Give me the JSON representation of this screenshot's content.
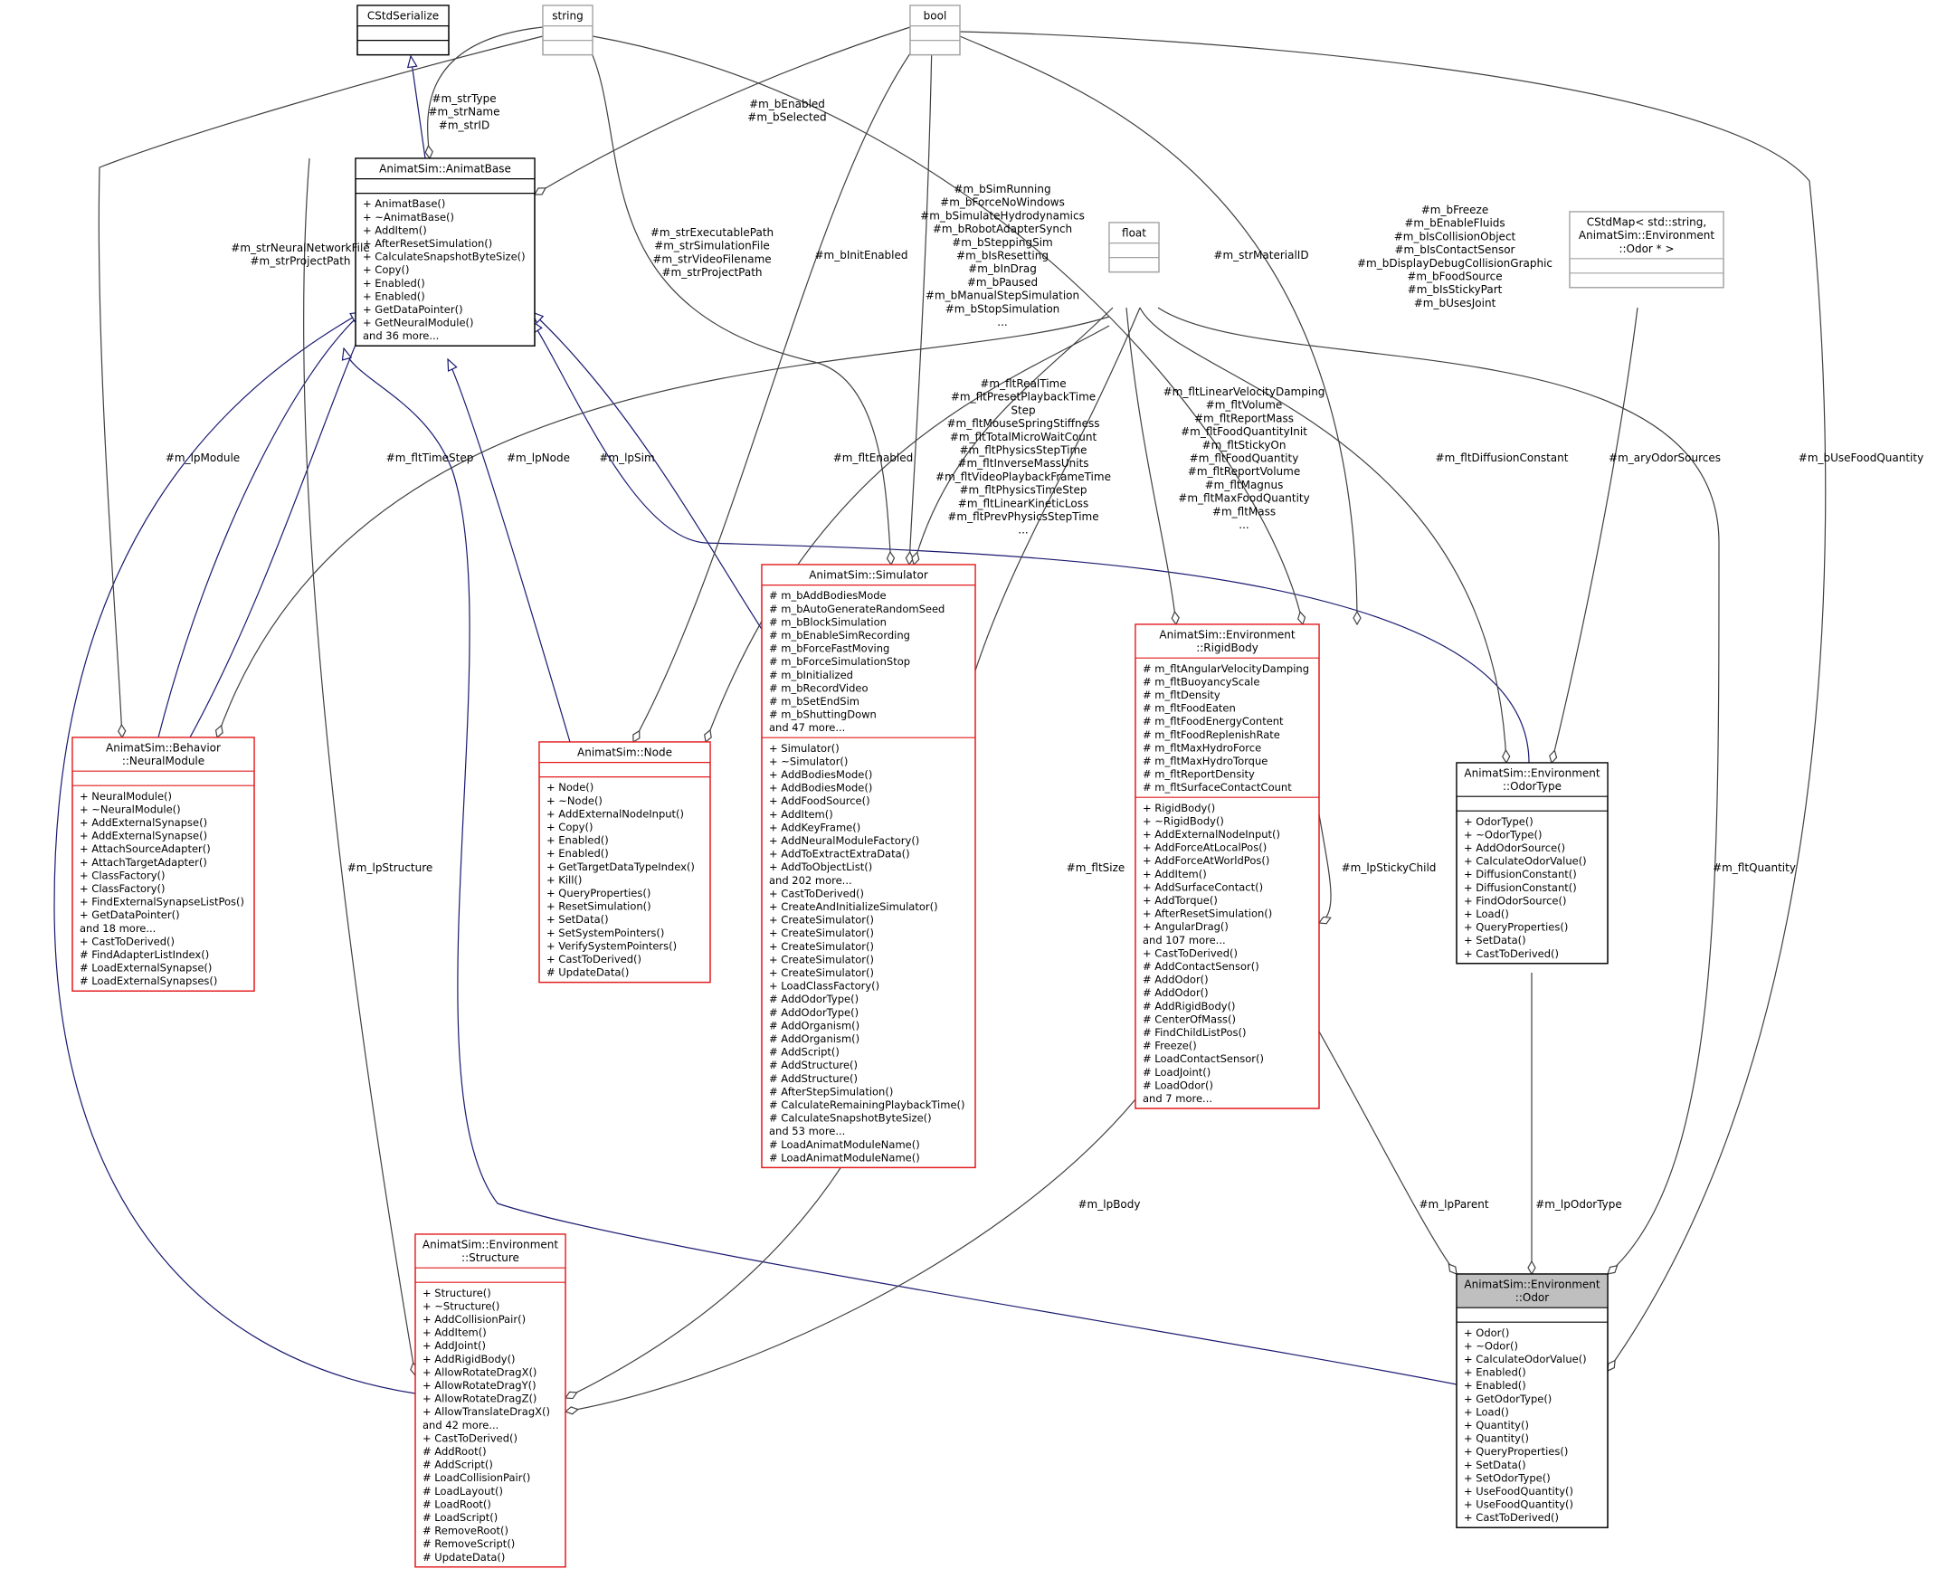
{
  "colors": {
    "red_border": "#e31a1c",
    "gray_border": "#a3a3a3",
    "black_border": "#000000",
    "inherit_edge": "#191970",
    "member_edge": "#404040",
    "focus_fill": "#bfbfbf"
  },
  "nodes": [
    {
      "id": "cstdserialize",
      "title": [
        "CStdSerialize"
      ],
      "attrs": [],
      "methods": [],
      "border": "black_border",
      "fill": "#ffffff"
    },
    {
      "id": "string",
      "title": [
        "string"
      ],
      "attrs": [],
      "methods": [],
      "border": "gray_border",
      "fill": "#ffffff"
    },
    {
      "id": "bool",
      "title": [
        "bool"
      ],
      "attrs": [],
      "methods": [],
      "border": "gray_border",
      "fill": "#ffffff"
    },
    {
      "id": "float",
      "title": [
        "float"
      ],
      "attrs": [],
      "methods": [],
      "border": "gray_border",
      "fill": "#ffffff"
    },
    {
      "id": "cstdmap",
      "title": [
        "CStdMap< std::string,",
        "AnimatSim::Environment",
        "::Odor * >"
      ],
      "attrs": [],
      "methods": [],
      "border": "gray_border",
      "fill": "#ffffff"
    },
    {
      "id": "animatbase",
      "title": [
        "AnimatSim::AnimatBase"
      ],
      "attrs": [],
      "methods": [
        "+ AnimatBase()",
        "+ ~AnimatBase()",
        "+ AddItem()",
        "+ AfterResetSimulation()",
        "+ CalculateSnapshotByteSize()",
        "+ Copy()",
        "+ Enabled()",
        "+ Enabled()",
        "+ GetDataPointer()",
        "+ GetNeuralModule()",
        "and 36 more..."
      ],
      "border": "black_border",
      "fill": "#ffffff"
    },
    {
      "id": "neuralmodule",
      "title": [
        "AnimatSim::Behavior",
        "::NeuralModule"
      ],
      "attrs": [],
      "methods": [
        "+ NeuralModule()",
        "+ ~NeuralModule()",
        "+ AddExternalSynapse()",
        "+ AddExternalSynapse()",
        "+ AttachSourceAdapter()",
        "+ AttachTargetAdapter()",
        "+ ClassFactory()",
        "+ ClassFactory()",
        "+ FindExternalSynapseListPos()",
        "+ GetDataPointer()",
        "and 18 more...",
        "+ CastToDerived()",
        "# FindAdapterListIndex()",
        "# LoadExternalSynapse()",
        "# LoadExternalSynapses()"
      ],
      "border": "red_border",
      "fill": "#ffffff"
    },
    {
      "id": "node",
      "title": [
        "AnimatSim::Node"
      ],
      "attrs": [],
      "methods": [
        "+ Node()",
        "+ ~Node()",
        "+ AddExternalNodeInput()",
        "+ Copy()",
        "+ Enabled()",
        "+ Enabled()",
        "+ GetTargetDataTypeIndex()",
        "+ Kill()",
        "+ QueryProperties()",
        "+ ResetSimulation()",
        "+ SetData()",
        "+ SetSystemPointers()",
        "+ VerifySystemPointers()",
        "+ CastToDerived()",
        "# UpdateData()"
      ],
      "border": "red_border",
      "fill": "#ffffff"
    },
    {
      "id": "simulator",
      "title": [
        "AnimatSim::Simulator"
      ],
      "attrs": [
        "# m_bAddBodiesMode",
        "# m_bAutoGenerateRandomSeed",
        "# m_bBlockSimulation",
        "# m_bEnableSimRecording",
        "# m_bForceFastMoving",
        "# m_bForceSimulationStop",
        "# m_bInitialized",
        "# m_bRecordVideo",
        "# m_bSetEndSim",
        "# m_bShuttingDown",
        "and 47 more..."
      ],
      "methods": [
        "+ Simulator()",
        "+ ~Simulator()",
        "+ AddBodiesMode()",
        "+ AddBodiesMode()",
        "+ AddFoodSource()",
        "+ AddItem()",
        "+ AddKeyFrame()",
        "+ AddNeuralModuleFactory()",
        "+ AddToExtractExtraData()",
        "+ AddToObjectList()",
        "and 202 more...",
        "+ CastToDerived()",
        "+ CreateAndInitializeSimulator()",
        "+ CreateSimulator()",
        "+ CreateSimulator()",
        "+ CreateSimulator()",
        "+ CreateSimulator()",
        "+ CreateSimulator()",
        "+ LoadClassFactory()",
        "# AddOdorType()",
        "# AddOdorType()",
        "# AddOrganism()",
        "# AddOrganism()",
        "# AddScript()",
        "# AddStructure()",
        "# AddStructure()",
        "# AfterStepSimulation()",
        "# CalculateRemainingPlaybackTime()",
        "# CalculateSnapshotByteSize()",
        "and 53 more...",
        "# LoadAnimatModuleName()",
        "# LoadAnimatModuleName()"
      ],
      "border": "red_border",
      "fill": "#ffffff"
    },
    {
      "id": "rigidbody",
      "title": [
        "AnimatSim::Environment",
        "::RigidBody"
      ],
      "attrs": [
        "# m_fltAngularVelocityDamping",
        "# m_fltBuoyancyScale",
        "# m_fltDensity",
        "# m_fltFoodEaten",
        "# m_fltFoodEnergyContent",
        "# m_fltFoodReplenishRate",
        "# m_fltMaxHydroForce",
        "# m_fltMaxHydroTorque",
        "# m_fltReportDensity",
        "# m_fltSurfaceContactCount"
      ],
      "methods": [
        "+ RigidBody()",
        "+ ~RigidBody()",
        "+ AddExternalNodeInput()",
        "+ AddForceAtLocalPos()",
        "+ AddForceAtWorldPos()",
        "+ AddItem()",
        "+ AddSurfaceContact()",
        "+ AddTorque()",
        "+ AfterResetSimulation()",
        "+ AngularDrag()",
        "and 107 more...",
        "+ CastToDerived()",
        "# AddContactSensor()",
        "# AddOdor()",
        "# AddOdor()",
        "# AddRigidBody()",
        "# CenterOfMass()",
        "# FindChildListPos()",
        "# Freeze()",
        "# LoadContactSensor()",
        "# LoadJoint()",
        "# LoadOdor()",
        "and 7 more..."
      ],
      "border": "red_border",
      "fill": "#ffffff"
    },
    {
      "id": "odortype",
      "title": [
        "AnimatSim::Environment",
        "::OdorType"
      ],
      "attrs": [],
      "methods": [
        "+ OdorType()",
        "+ ~OdorType()",
        "+ AddOdorSource()",
        "+ CalculateOdorValue()",
        "+ DiffusionConstant()",
        "+ DiffusionConstant()",
        "+ FindOdorSource()",
        "+ Load()",
        "+ QueryProperties()",
        "+ SetData()",
        "+ CastToDerived()"
      ],
      "border": "black_border",
      "fill": "#ffffff"
    },
    {
      "id": "structure",
      "title": [
        "AnimatSim::Environment",
        "::Structure"
      ],
      "attrs": [],
      "methods": [
        "+ Structure()",
        "+ ~Structure()",
        "+ AddCollisionPair()",
        "+ AddItem()",
        "+ AddJoint()",
        "+ AddRigidBody()",
        "+ AllowRotateDragX()",
        "+ AllowRotateDragY()",
        "+ AllowRotateDragZ()",
        "+ AllowTranslateDragX()",
        "and 42 more...",
        "+ CastToDerived()",
        "# AddRoot()",
        "# AddScript()",
        "# LoadCollisionPair()",
        "# LoadLayout()",
        "# LoadRoot()",
        "# LoadScript()",
        "# RemoveRoot()",
        "# RemoveScript()",
        "# UpdateData()"
      ],
      "border": "red_border",
      "fill": "#ffffff"
    },
    {
      "id": "odor",
      "title": [
        "AnimatSim::Environment",
        "::Odor"
      ],
      "attrs": [],
      "methods": [
        "+ Odor()",
        "+ ~Odor()",
        "+ CalculateOdorValue()",
        "+ Enabled()",
        "+ Enabled()",
        "+ GetOdorType()",
        "+ Load()",
        "+ Quantity()",
        "+ Quantity()",
        "+ QueryProperties()",
        "+ SetData()",
        "+ SetOdorType()",
        "+ UseFoodQuantity()",
        "+ UseFoodQuantity()",
        "+ CastToDerived()"
      ],
      "border": "black_border",
      "fill": "#bfbfbf"
    }
  ],
  "edge_labels": [
    {
      "id": "strtype",
      "lines": [
        "#m_strType",
        "#m_strName",
        "#m_strID"
      ]
    },
    {
      "id": "benabled",
      "lines": [
        "#m_bEnabled",
        "#m_bSelected"
      ]
    },
    {
      "id": "strneural",
      "lines": [
        "#m_strNeuralNetworkFile",
        "#m_strProjectPath"
      ]
    },
    {
      "id": "strexec",
      "lines": [
        "#m_strExecutablePath",
        "#m_strSimulationFile",
        "#m_strVideoFilename",
        "#m_strProjectPath"
      ]
    },
    {
      "id": "binit",
      "lines": [
        "#m_bInitEnabled"
      ]
    },
    {
      "id": "bsimrunning",
      "lines": [
        "#m_bSimRunning",
        "#m_bForceNoWindows",
        "#m_bSimulateHydrodynamics",
        "#m_bRobotAdapterSynch",
        "#m_bSteppingSim",
        "#m_bIsResetting",
        "#m_bInDrag",
        "#m_bPaused",
        "#m_bManualStepSimulation",
        "#m_bStopSimulation",
        "..."
      ]
    },
    {
      "id": "strmaterial",
      "lines": [
        "#m_strMaterialID"
      ]
    },
    {
      "id": "bfreeze",
      "lines": [
        "#m_bFreeze",
        "#m_bEnableFluids",
        "#m_bIsCollisionObject",
        "#m_bIsContactSensor",
        "#m_bDisplayDebugCollisionGraphic",
        "#m_bFoodSource",
        "#m_bIsStickyPart",
        "#m_bUsesJoint"
      ]
    },
    {
      "id": "lpmodule",
      "lines": [
        "#m_lpModule"
      ]
    },
    {
      "id": "flttimestep",
      "lines": [
        "#m_fltTimeStep"
      ]
    },
    {
      "id": "lpnode",
      "lines": [
        "#m_lpNode"
      ]
    },
    {
      "id": "lpsim",
      "lines": [
        "#m_lpSim"
      ]
    },
    {
      "id": "fltenabled",
      "lines": [
        "#m_fltEnabled"
      ]
    },
    {
      "id": "fltrealtime",
      "lines": [
        "#m_fltRealTime",
        "#m_fltPresetPlaybackTime",
        "Step",
        "#m_fltMouseSpringStiffness",
        "#m_fltTotalMicroWaitCount",
        "#m_fltPhysicsStepTime",
        "#m_fltInverseMassUnits",
        "#m_fltVideoPlaybackFrameTime",
        "#m_fltPhysicsTimeStep",
        "#m_fltLinearKineticLoss",
        "#m_fltPrevPhysicsStepTime",
        "..."
      ]
    },
    {
      "id": "fltlinear",
      "lines": [
        "#m_fltLinearVelocityDamping",
        "#m_fltVolume",
        "#m_fltReportMass",
        "#m_fltFoodQuantityInit",
        "#m_fltStickyOn",
        "#m_fltFoodQuantity",
        "#m_fltReportVolume",
        "#m_fltMagnus",
        "#m_fltMaxFoodQuantity",
        "#m_fltMass",
        "..."
      ]
    },
    {
      "id": "fltdiffusion",
      "lines": [
        "#m_fltDiffusionConstant"
      ]
    },
    {
      "id": "aryodor",
      "lines": [
        "#m_aryOdorSources"
      ]
    },
    {
      "id": "busefood",
      "lines": [
        "#m_bUseFoodQuantity"
      ]
    },
    {
      "id": "lpstructure",
      "lines": [
        "#m_lpStructure"
      ]
    },
    {
      "id": "fltsize",
      "lines": [
        "#m_fltSize"
      ]
    },
    {
      "id": "lpsticky",
      "lines": [
        "#m_lpStickyChild"
      ]
    },
    {
      "id": "fltquantity",
      "lines": [
        "#m_fltQuantity"
      ]
    },
    {
      "id": "lpbody",
      "lines": [
        "#m_lpBody"
      ]
    },
    {
      "id": "lpparent",
      "lines": [
        "#m_lpParent"
      ]
    },
    {
      "id": "lpodortype",
      "lines": [
        "#m_lpOdorType"
      ]
    }
  ]
}
